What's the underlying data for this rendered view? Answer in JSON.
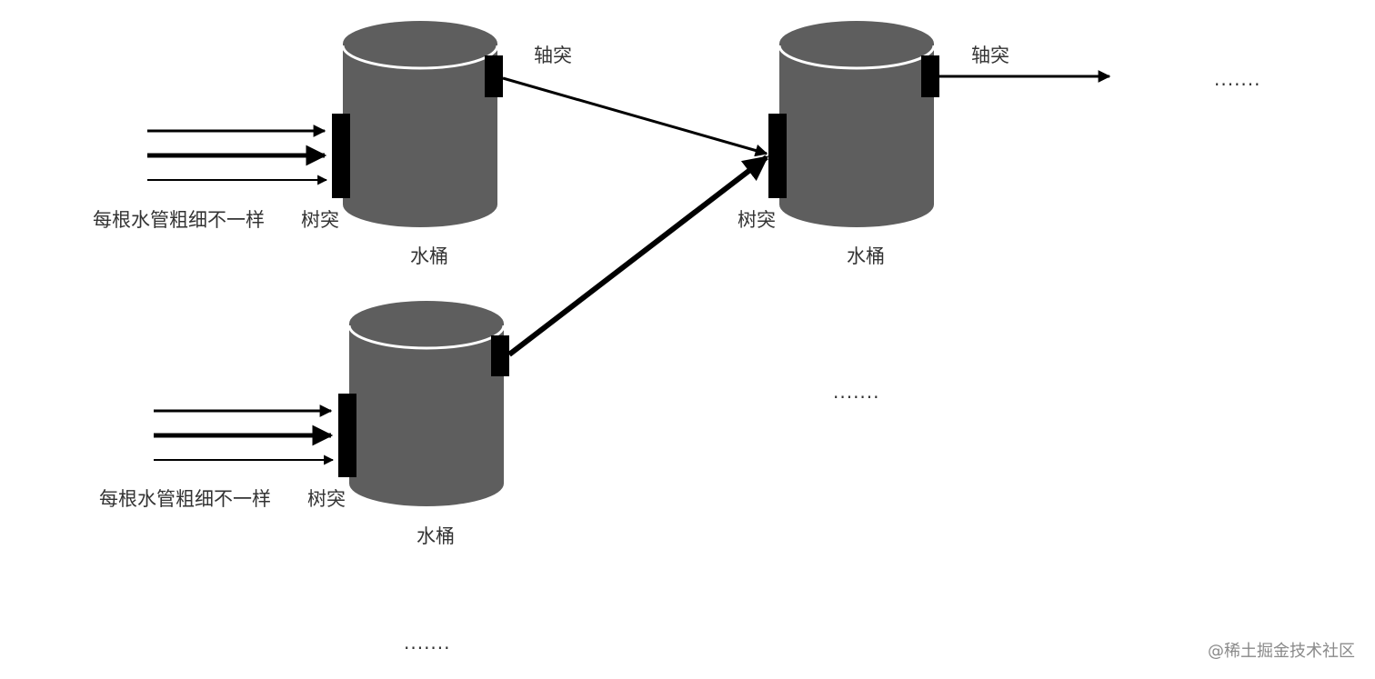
{
  "colors": {
    "bucket_body": "#5e5e5e",
    "bucket_rim": "#ffffff",
    "connector": "#000000",
    "arrow": "#000000",
    "text": "#333333",
    "watermark": "#8a8a8a"
  },
  "buckets": [
    {
      "id": "upper-left",
      "label": "水桶",
      "dendrite_label": "树突",
      "axon_label": "轴突",
      "input_label": "每根水管粗细不一样"
    },
    {
      "id": "lower-left",
      "label": "水桶",
      "dendrite_label": "树突",
      "input_label": "每根水管粗细不一样"
    },
    {
      "id": "right",
      "label": "水桶",
      "dendrite_label": "树突",
      "axon_label": "轴突"
    }
  ],
  "ellipses": {
    "right_of_output": ".......",
    "below_right_bucket": ".......",
    "bottom": "......."
  },
  "watermark": "@稀土掘金技术社区"
}
